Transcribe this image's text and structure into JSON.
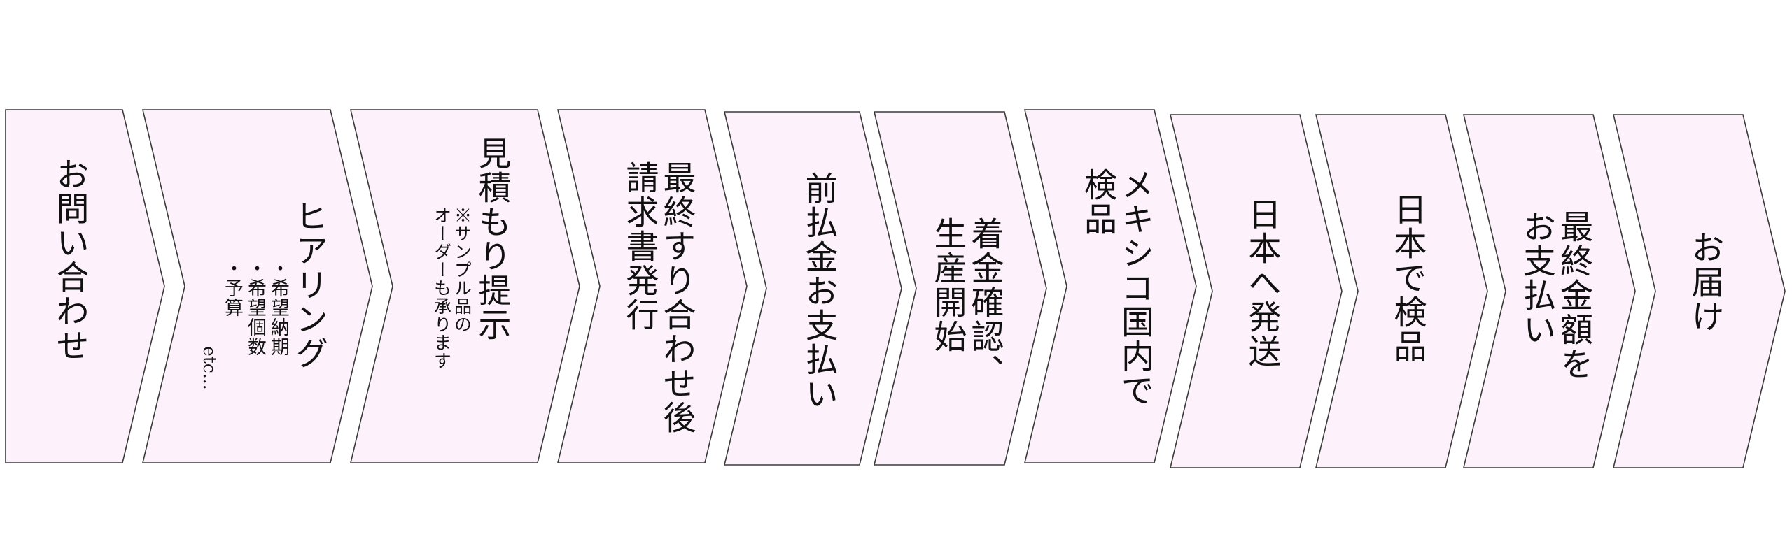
{
  "colors": {
    "fill": "#fdf2fb",
    "stroke": "#3a3a3a"
  },
  "steps": [
    {
      "lines": [
        "お問い合わせ"
      ]
    },
    {
      "lines": [
        "ヒアリング"
      ],
      "items": [
        "・希望納期",
        "・希望個数",
        "・予算"
      ],
      "etc": "etc..."
    },
    {
      "lines": [
        "見積もり提示"
      ],
      "notes": [
        "※サンプル品の",
        "オーダーも承ります"
      ]
    },
    {
      "lines": [
        "最終すり合わせ後",
        "請求書発行"
      ]
    },
    {
      "lines": [
        "前払金お支払い"
      ]
    },
    {
      "lines": [
        "着金確認、",
        "生産開始"
      ]
    },
    {
      "lines": [
        "メキシコ国内で",
        "検品"
      ]
    },
    {
      "lines": [
        "日本へ発送"
      ]
    },
    {
      "lines": [
        "日本で検品"
      ]
    },
    {
      "lines": [
        "最終金額を",
        "お支払い"
      ]
    },
    {
      "lines": [
        "お届け"
      ]
    }
  ]
}
